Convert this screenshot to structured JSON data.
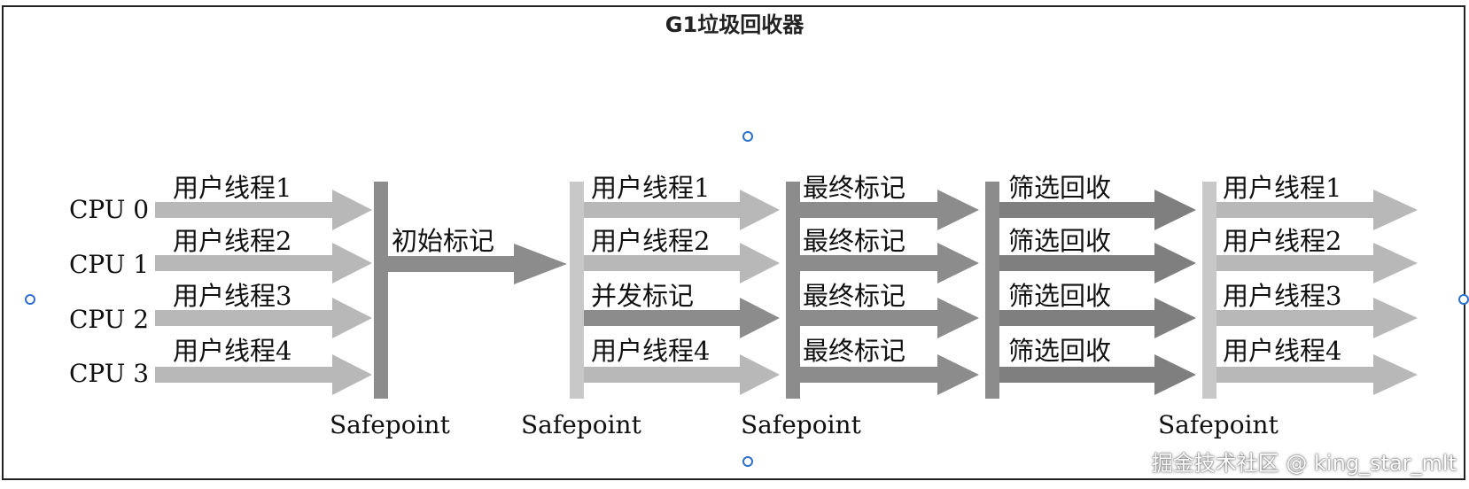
{
  "title": "G1垃圾回收器",
  "watermark": "掘金技术社区 @ king_star_mlt",
  "cpus": [
    "CPU 0",
    "CPU 1",
    "CPU 2",
    "CPU 3"
  ],
  "phase1": {
    "labels": [
      "用户线程1",
      "用户线程2",
      "用户线程3",
      "用户线程4"
    ]
  },
  "initial_mark": "初始标记",
  "phase2": {
    "labels": [
      "用户线程1",
      "用户线程2",
      "并发标记",
      "用户线程4"
    ]
  },
  "phase3": {
    "labels": [
      "最终标记",
      "最终标记",
      "最终标记",
      "最终标记"
    ]
  },
  "phase4": {
    "labels": [
      "筛选回收",
      "筛选回收",
      "筛选回收",
      "筛选回收"
    ]
  },
  "phase5": {
    "labels": [
      "用户线程1",
      "用户线程2",
      "用户线程3",
      "用户线程4"
    ]
  },
  "safepoints": [
    "Safepoint",
    "Safepoint",
    "Safepoint",
    "Safepoint"
  ],
  "colors": {
    "light": "#b8b8b8",
    "mid": "#999999",
    "dark": "#7f7f7f",
    "bar_dark": "#8c8c8c",
    "bar_light": "#c8c8c8"
  }
}
